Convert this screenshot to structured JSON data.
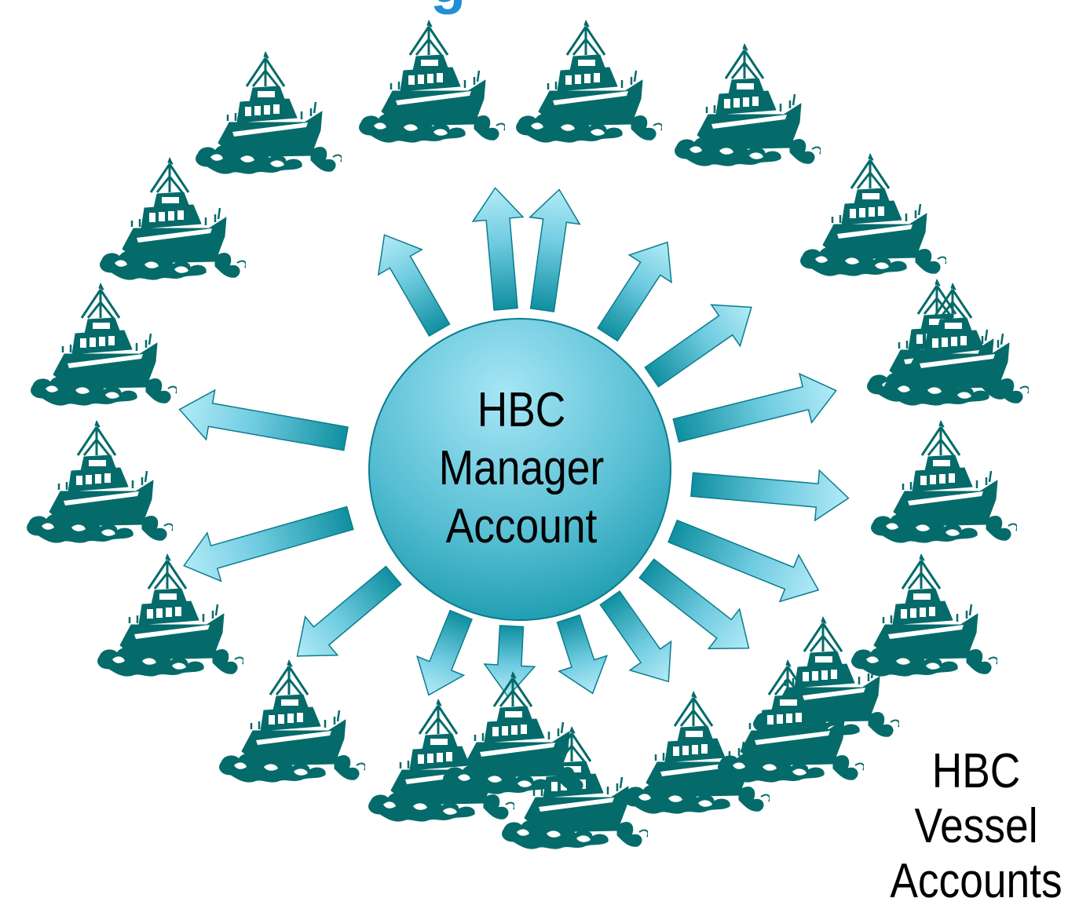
{
  "diagram": {
    "top_fragment": "g",
    "hub": {
      "lines": [
        "HBC",
        "Manager",
        "Account"
      ]
    },
    "vessel_label": {
      "lines": [
        "HBC",
        "Vessel",
        "Accounts"
      ]
    },
    "vessel_count": 20,
    "arrow_count": 16,
    "colors": {
      "boat": "#056b6a",
      "hub_top": "#9fe3f5",
      "hub_bottom": "#0f94a6",
      "arrow_light": "#a9e6f4",
      "arrow_dark": "#0f8fa0",
      "arrow_stroke": "#0b7d8c",
      "top_fragment": "#1f8fd8"
    },
    "icons": [
      "boat-icon",
      "arrow-icon"
    ]
  }
}
